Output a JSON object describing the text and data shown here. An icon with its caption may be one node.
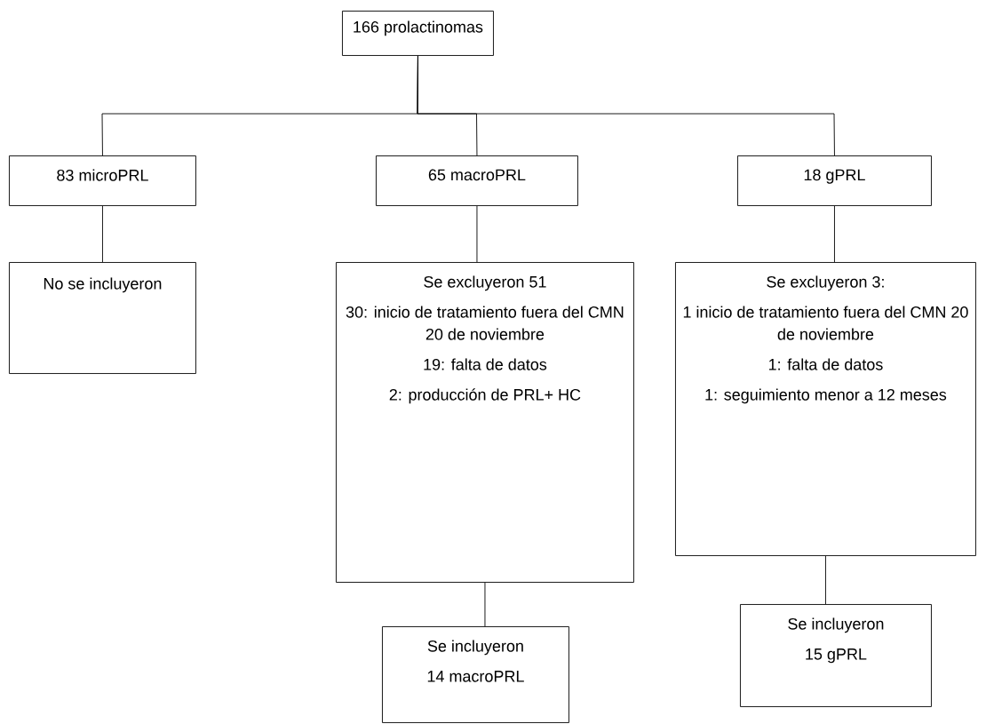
{
  "diagram": {
    "nodes": [
      {
        "text": [
          "166 prolactinomas"
        ]
      },
      {
        "text": [
          "83 microPRL"
        ]
      },
      {
        "text": [
          "65 macroPRL"
        ]
      },
      {
        "text": [
          "18 gPRL"
        ]
      },
      {
        "text": [
          "No se incluyeron"
        ]
      },
      {
        "text": [
          "Se excluyeron 51",
          "30: inicio de tratamiento fuera del CMN 20 de noviembre",
          "19: falta de datos",
          "2: producción de PRL+ HC"
        ]
      },
      {
        "text": [
          "Se excluyeron 3:",
          "1 inicio de tratamiento fuera del CMN 20 de noviembre",
          "1: falta de datos",
          "1: seguimiento menor a 12 meses"
        ]
      },
      {
        "text": [
          "Se incluyeron",
          "14 macroPRL"
        ]
      },
      {
        "text": [
          "Se incluyeron",
          "15 gPRL"
        ]
      }
    ],
    "edges": [
      {
        "from": 0,
        "to": 1,
        "arrow": "none"
      },
      {
        "from": 0,
        "to": 2,
        "arrow": "none"
      },
      {
        "from": 0,
        "to": 3,
        "arrow": "none"
      },
      {
        "from": 1,
        "to": 4,
        "arrow": "none"
      },
      {
        "from": 2,
        "to": 5,
        "arrow": "none"
      },
      {
        "from": 3,
        "to": 6,
        "arrow": "none"
      },
      {
        "from": 5,
        "to": 7,
        "arrow": "none"
      },
      {
        "from": 6,
        "to": 8,
        "arrow": "none"
      }
    ]
  }
}
